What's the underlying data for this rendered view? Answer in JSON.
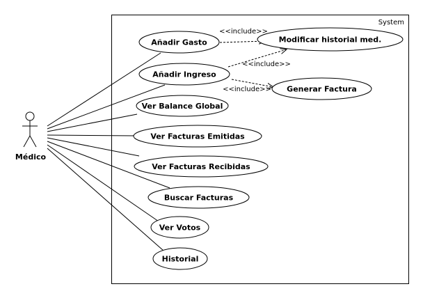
{
  "system": {
    "label": "System"
  },
  "actor": {
    "name": "Médico"
  },
  "use_cases": {
    "anadir_gasto": "Añadir Gasto",
    "anadir_ingreso": "Añadir Ingreso",
    "ver_balance_global": "Ver Balance Global",
    "ver_facturas_emitidas": "Ver Facturas Emitidas",
    "ver_facturas_recibidas": "Ver Facturas Recibidas",
    "buscar_facturas": "Buscar Facturas",
    "ver_votos": "Ver Votos",
    "historial": "Historial",
    "modificar_historial": "Modificar historial med.",
    "generar_factura": "Generar Factura"
  },
  "relations": {
    "include_1": "<<include>>",
    "include_2": "<<include>>",
    "include_3": "<<include>>"
  }
}
